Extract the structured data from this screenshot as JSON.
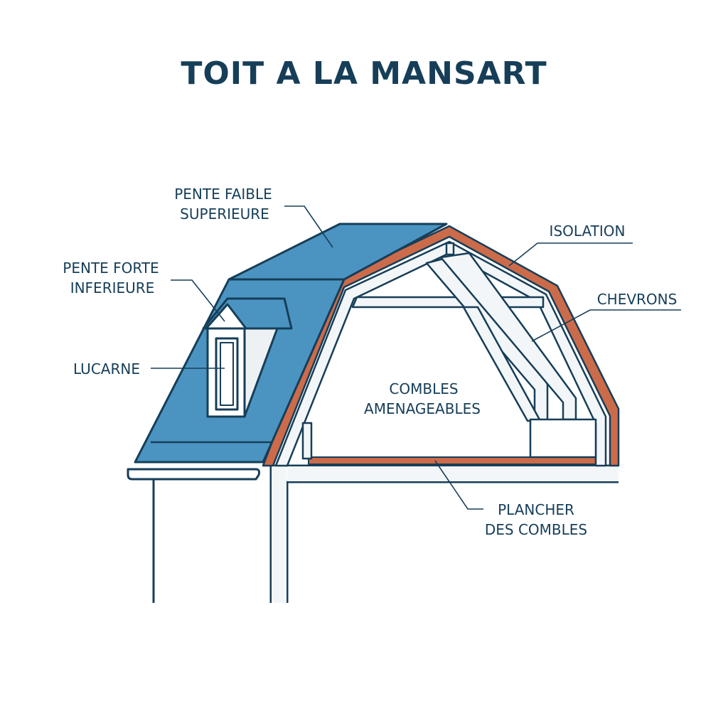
{
  "title": "TOIT A LA MANSART",
  "labels": {
    "pente_faible": [
      "PENTE FAIBLE",
      "SUPERIEURE"
    ],
    "pente_forte": [
      "PENTE FORTE",
      "INFERIEURE"
    ],
    "lucarne": "LUCARNE",
    "isolation": "ISOLATION",
    "chevrons": "CHEVRONS",
    "combles": [
      "COMBLES",
      "AMENAGEABLES"
    ],
    "plancher": [
      "PLANCHER",
      "DES COMBLES"
    ]
  },
  "colors": {
    "outline": "#163e58",
    "roof": "#4b94c2",
    "roof_dark": "#3d80ad",
    "insulation": "#cc6b4a",
    "frame_fill": "#f3f6f8",
    "wall_fill": "#ffffff"
  }
}
